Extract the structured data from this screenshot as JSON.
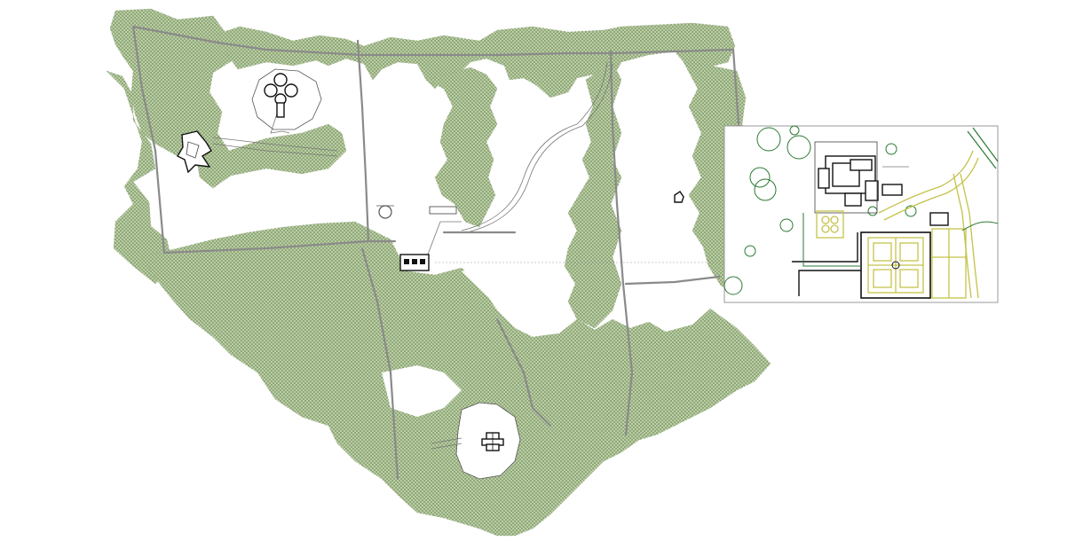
{
  "map": {
    "type": "site-plan",
    "colors": {
      "forest_fill": "#a9bf90",
      "forest_dark": "#7e9a66",
      "path": "#8a8a8a",
      "building": "#111111",
      "garden_path": "#c5c24a",
      "tree": "#2b7a34",
      "inset_border": "#9a9a9a"
    },
    "features": [
      "forest-areas",
      "woodland-paths",
      "clearings",
      "pavilion-buildings",
      "detail-inset-plan"
    ]
  }
}
